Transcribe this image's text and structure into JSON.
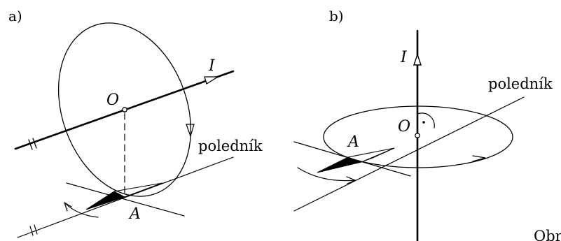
{
  "panel_a": {
    "label": "a)",
    "current": "I",
    "center": "O",
    "point": "A",
    "meridian": "poledník"
  },
  "panel_b": {
    "label": "b)",
    "current": "I",
    "center": "O",
    "point": "A",
    "meridian": "poledník"
  },
  "caption_fragment": "Obr"
}
